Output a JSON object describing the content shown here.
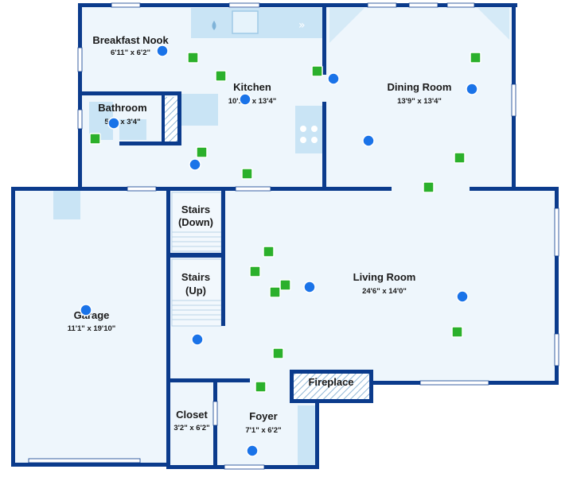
{
  "colors": {
    "wall": "#0b3b8c",
    "floor": "#eef6fc",
    "fixture": "#c9e4f5",
    "marker_blue": "#1a73e8",
    "marker_green": "#2bb02b",
    "window_white": "#ffffff"
  },
  "rooms": {
    "breakfast_nook": {
      "name": "Breakfast Nook",
      "dims": "6'11\" x 6'2\""
    },
    "kitchen": {
      "name": "Kitchen",
      "dims": "10'11\" x 13'4\""
    },
    "bathroom": {
      "name": "Bathroom",
      "dims": "5'1\" x 3'4\""
    },
    "dining_room": {
      "name": "Dining Room",
      "dims": "13'9\" x 13'4\""
    },
    "stairs_down": {
      "name_line1": "Stairs",
      "name_line2": "(Down)"
    },
    "stairs_up": {
      "name_line1": "Stairs",
      "name_line2": "(Up)"
    },
    "living_room": {
      "name": "Living Room",
      "dims": "24'6\" x 14'0\""
    },
    "garage": {
      "name": "Garage",
      "dims": "11'1\" x 19'10\""
    },
    "fireplace": {
      "name": "Fireplace"
    },
    "closet": {
      "name": "Closet",
      "dims": "3'2\" x 6'2\""
    },
    "foyer": {
      "name": "Foyer",
      "dims": "7'1\" x 6'2\""
    }
  },
  "icons": {
    "camera_marker": "blue-circle-marker",
    "photo_marker": "green-square-marker"
  }
}
